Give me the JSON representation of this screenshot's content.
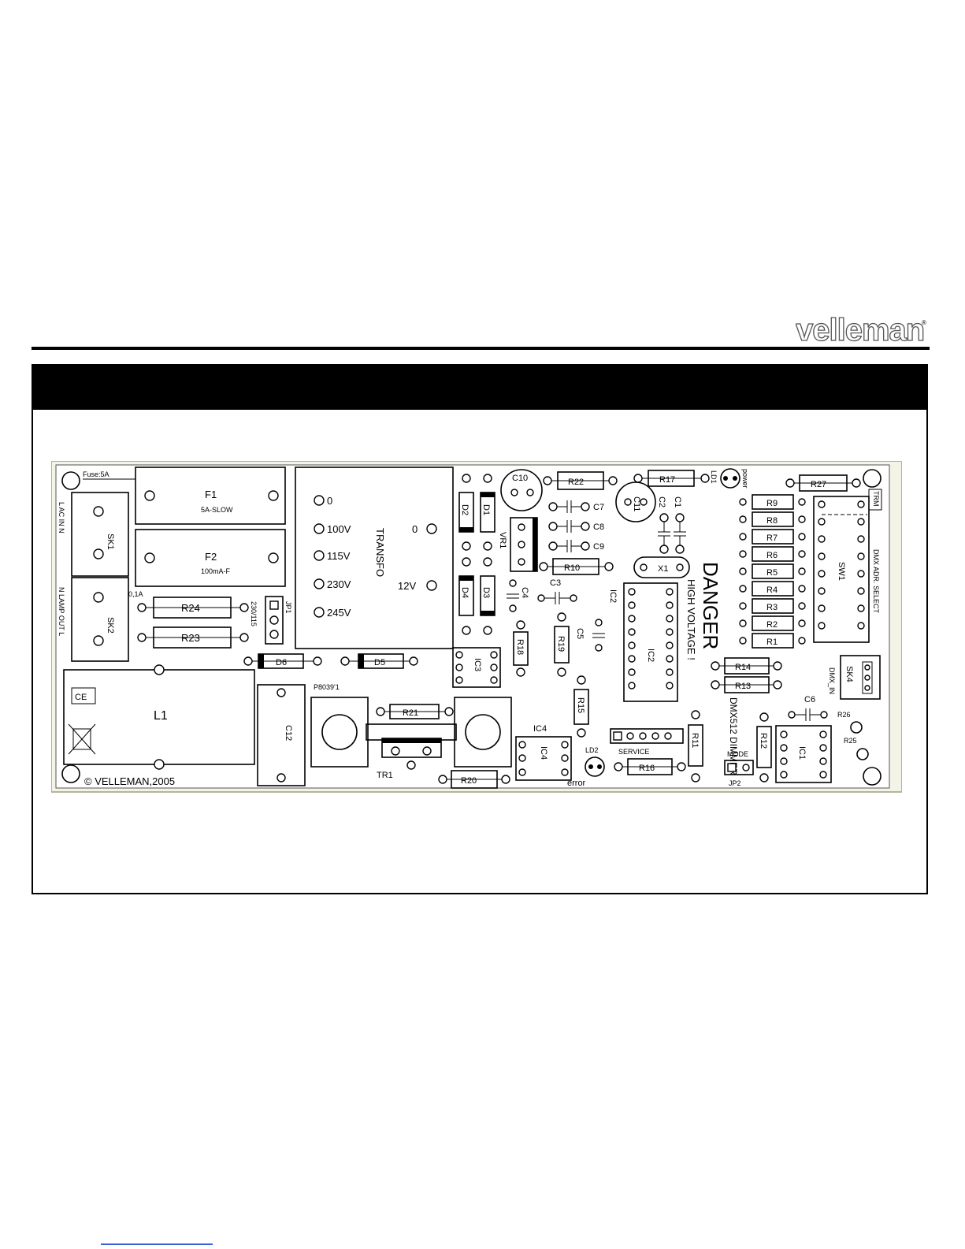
{
  "header": {
    "brand": "velleman"
  },
  "pcb": {
    "fuse_note": "Fuse:5A",
    "labels": {
      "F1": "F1",
      "F1_rating": "5A-SLOW",
      "F2": "F2",
      "F2_rating": "100mA-F",
      "SK1": "SK1",
      "SK2": "SK2",
      "SK4": "SK4",
      "ac_in": "L AC IN N",
      "lamp_out": "N LAMP OUT L",
      "R24": "R24",
      "R23": "R23",
      "fuse_small": "0,1A",
      "JP1": "JP1",
      "jp1_volt": "230/115",
      "D6": "D6",
      "D5": "D5",
      "L1": "L1",
      "C12": "C12",
      "ce": "CE",
      "copyright": "© VELLEMAN,2005",
      "transfo": "TRANSFO",
      "t_0": "0",
      "t_100": "100V",
      "t_115": "115V",
      "t_230": "230V",
      "t_245": "245V",
      "t_out0": "0",
      "t_12v": "12V",
      "part_no": "P8039'1",
      "R21": "R21",
      "TR1": "TR1",
      "R20": "R20",
      "IC4": "IC4",
      "IC3": "IC3",
      "D1": "D1",
      "D2": "D2",
      "D3": "D3",
      "D4": "D4",
      "C10": "C10",
      "VR1": "VR1",
      "R22": "R22",
      "R17": "R17",
      "LD1": "LD1",
      "power": "power",
      "C7": "C7",
      "C8": "C8",
      "C9": "C9",
      "C3": "C3",
      "C4": "C4",
      "C5": "C5",
      "R10": "R10",
      "R18": "R18",
      "R19": "R19",
      "R15": "R15",
      "C11": "C11",
      "C2": "C2",
      "C1": "C1",
      "X1": "X1",
      "IC2": "IC2",
      "service": "SERVICE",
      "LD2": "LD2",
      "error": "error",
      "R16": "R16",
      "R11": "R11",
      "danger": "DANGER",
      "high_voltage": "HIGH VOLTAGE !",
      "dmx_dimmer": "DMX512 DIMMER",
      "R14": "R14",
      "R13": "R13",
      "R12": "R12",
      "IC1": "IC1",
      "C6": "C6",
      "R26": "R26",
      "R25": "R25",
      "mode": "MODE",
      "JP2": "JP2",
      "dmx_in": "DMX_IN",
      "R27": "R27",
      "R1": "R1",
      "R2": "R2",
      "R3": "R3",
      "R4": "R4",
      "R5": "R5",
      "R6": "R6",
      "R7": "R7",
      "R8": "R8",
      "R9": "R9",
      "SW1": "SW1",
      "dmx_select": "DMX ADR. SELECT",
      "TRM": "TRM"
    }
  }
}
